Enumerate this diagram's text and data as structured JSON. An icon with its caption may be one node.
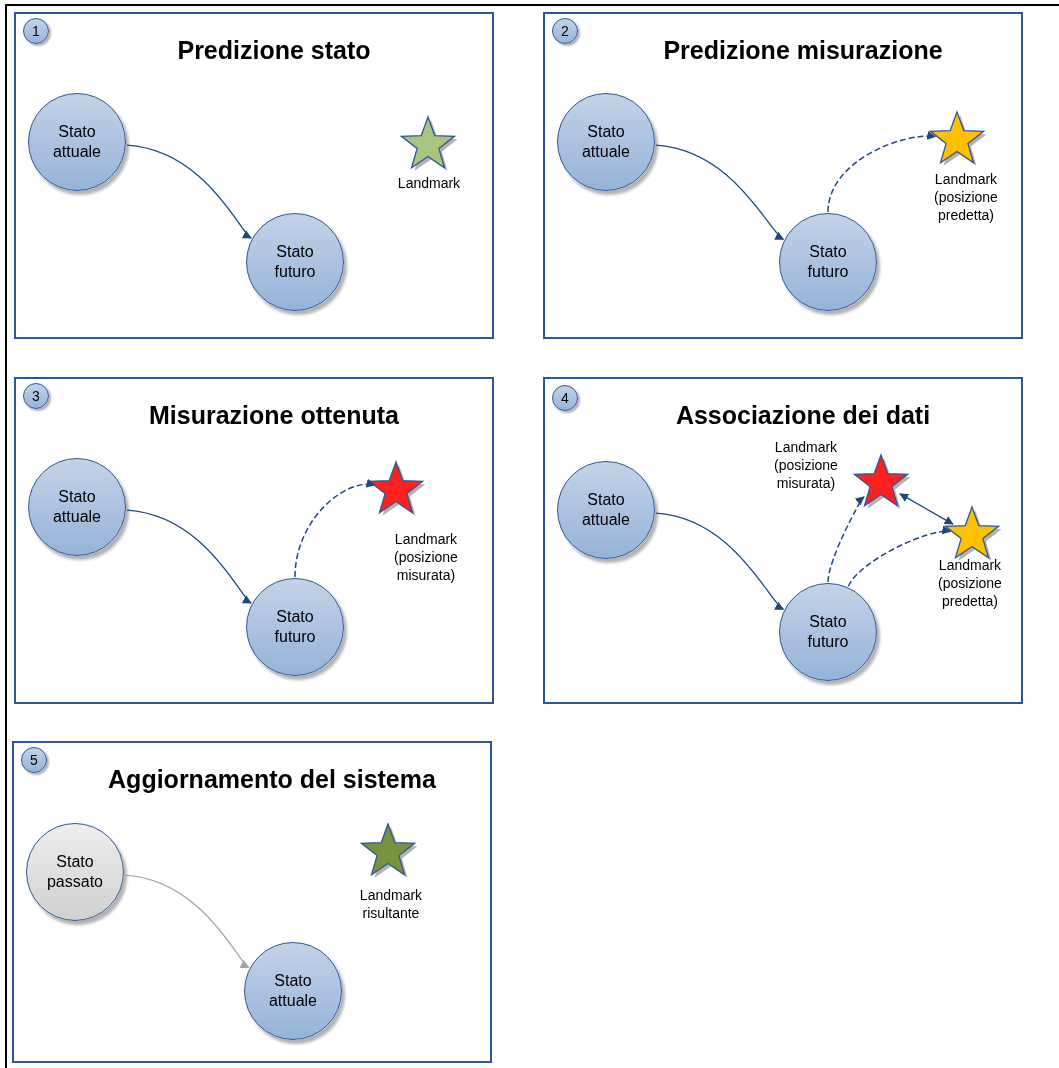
{
  "diagram": {
    "nodes": [
      {
        "text": [
          "Predizione stato"
        ]
      },
      {
        "text": [
          "1"
        ],
        "in": 0
      },
      {
        "text": [
          "Stato attuale"
        ],
        "in": 0
      },
      {
        "text": [
          "Stato futuro"
        ],
        "in": 0
      },
      {
        "text": [],
        "shape": "star",
        "beside": [
          "Landmark"
        ],
        "in": 0
      },
      {
        "text": [
          "Predizione misurazione"
        ]
      },
      {
        "text": [
          "2"
        ],
        "in": 5
      },
      {
        "text": [
          "Stato attuale"
        ],
        "in": 5
      },
      {
        "text": [
          "Stato futuro"
        ],
        "in": 5
      },
      {
        "text": [],
        "shape": "star",
        "beside": [
          "Landmark (posizione predetta)"
        ],
        "in": 5
      },
      {
        "text": [
          "Misurazione ottenuta"
        ]
      },
      {
        "text": [
          "3"
        ],
        "in": 10
      },
      {
        "text": [
          "Stato attuale"
        ],
        "in": 10
      },
      {
        "text": [
          "Stato futuro"
        ],
        "in": 10
      },
      {
        "text": [],
        "shape": "star",
        "beside": [
          "Landmark (posizione misurata)"
        ],
        "in": 10
      },
      {
        "text": [
          "Associazione dei dati"
        ]
      },
      {
        "text": [
          "4"
        ],
        "in": 15
      },
      {
        "text": [
          "Stato attuale"
        ],
        "in": 15
      },
      {
        "text": [
          "Stato futuro"
        ],
        "in": 15
      },
      {
        "text": [],
        "shape": "star",
        "beside": [
          "Landmark (posizione misurata)"
        ],
        "in": 15
      },
      {
        "text": [],
        "shape": "star",
        "beside": [
          "Landmark (posizione predetta)"
        ],
        "in": 15
      },
      {
        "text": [
          "Aggiornamento del sistema"
        ]
      },
      {
        "text": [
          "5"
        ],
        "in": 21
      },
      {
        "text": [
          "Stato passato"
        ],
        "in": 21
      },
      {
        "text": [
          "Stato attuale"
        ],
        "in": 21
      },
      {
        "text": [],
        "shape": "star",
        "beside": [
          "Landmark risultante"
        ],
        "in": 21
      }
    ],
    "edges": [
      {
        "from": 2,
        "to": 3,
        "arrow": "to"
      },
      {
        "from": 7,
        "to": 8,
        "arrow": "to"
      },
      {
        "from": 8,
        "to": 9,
        "arrow": "to",
        "style": "dashed"
      },
      {
        "from": 12,
        "to": 13,
        "arrow": "to"
      },
      {
        "from": 13,
        "to": 14,
        "arrow": "to",
        "style": "dashed"
      },
      {
        "from": 17,
        "to": 18,
        "arrow": "to"
      },
      {
        "from": 18,
        "to": 19,
        "arrow": "to",
        "style": "dashed"
      },
      {
        "from": 18,
        "to": 20,
        "arrow": "to",
        "style": "dashed"
      },
      {
        "from": 19,
        "to": 20,
        "arrow": "both"
      },
      {
        "from": 23,
        "to": 24,
        "arrow": "to",
        "color": "#a6a6a6"
      }
    ]
  }
}
